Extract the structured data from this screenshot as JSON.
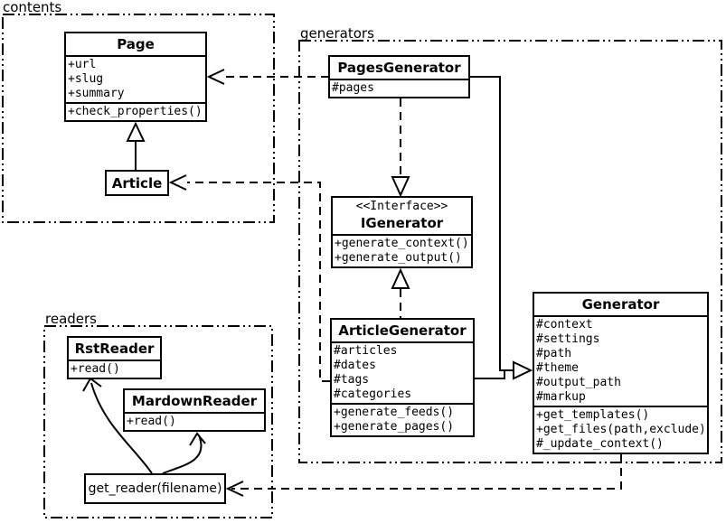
{
  "packages": {
    "contents": {
      "label": "contents"
    },
    "generators": {
      "label": "generators"
    },
    "readers": {
      "label": "readers"
    }
  },
  "classes": {
    "page": {
      "name": "Page",
      "attrs": [
        "+url",
        "+slug",
        "+summary"
      ],
      "methods": [
        "+check_properties()"
      ]
    },
    "article": {
      "name": "Article"
    },
    "pages_generator": {
      "name": "PagesGenerator",
      "attrs": [
        "#pages"
      ]
    },
    "igenerator": {
      "stereotype": "<<Interface>>",
      "name": "IGenerator",
      "methods": [
        "+generate_context()",
        "+generate_output()"
      ]
    },
    "article_generator": {
      "name": "ArticleGenerator",
      "attrs": [
        "#articles",
        "#dates",
        "#tags",
        "#categories"
      ],
      "methods": [
        "+generate_feeds()",
        "+generate_pages()"
      ]
    },
    "generator": {
      "name": "Generator",
      "attrs": [
        "#context",
        "#settings",
        "#path",
        "#theme",
        "#output_path",
        "#markup"
      ],
      "methods": [
        "+get_templates()",
        "+get_files(path,exclude)",
        "#_update_context()"
      ]
    },
    "rst_reader": {
      "name": "RstReader",
      "methods": [
        "+read()"
      ]
    },
    "mardown_reader": {
      "name": "MardownReader",
      "methods": [
        "+read()"
      ]
    },
    "get_reader": {
      "label": "get_reader(filename)"
    }
  },
  "colors": {
    "ink": "#000000",
    "paper": "#ffffff"
  }
}
